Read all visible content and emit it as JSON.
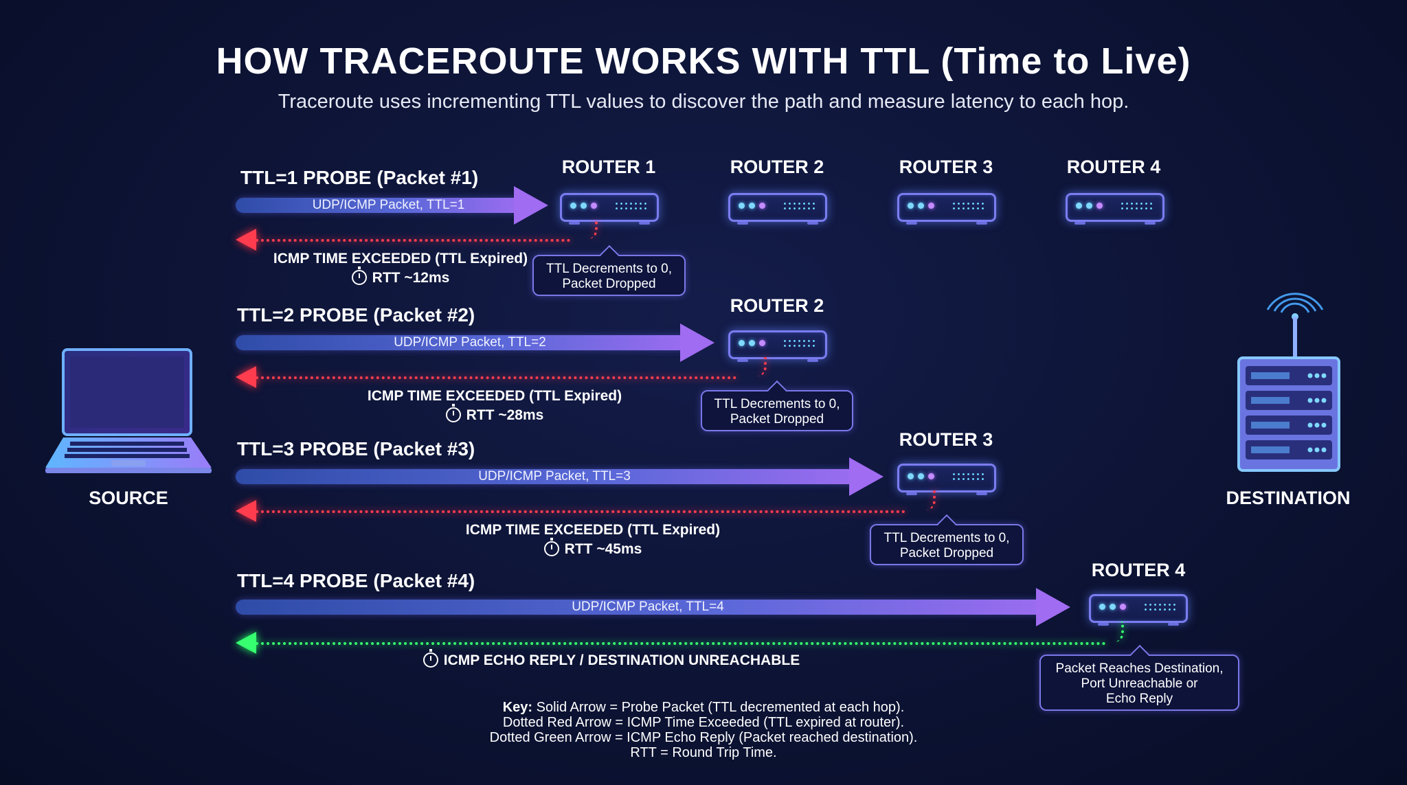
{
  "title": "HOW TRACEROUTE WORKS WITH TTL (Time to Live)",
  "subtitle": "Traceroute uses incrementing TTL values to discover the path and measure latency to each hop.",
  "source": {
    "label": "SOURCE",
    "icon": "laptop-icon"
  },
  "destination": {
    "label": "DESTINATION",
    "icon": "server-tower-icon"
  },
  "top_routers": [
    "ROUTER 1",
    "ROUTER 2",
    "ROUTER 3",
    "ROUTER 4"
  ],
  "probes": [
    {
      "title": "TTL=1 PROBE (Packet #1)",
      "packet": "UDP/ICMP Packet, TTL=1",
      "router": "ROUTER 1",
      "reply": "ICMP TIME EXCEEDED (TTL Expired)",
      "rtt": "RTT ~12ms",
      "reply_color": "#ff3d4f",
      "callout": [
        "TTL Decrements to 0,",
        "Packet Dropped"
      ]
    },
    {
      "title": "TTL=2 PROBE (Packet #2)",
      "packet": "UDP/ICMP Packet, TTL=2",
      "router": "ROUTER 2",
      "reply": "ICMP TIME EXCEEDED (TTL Expired)",
      "rtt": "RTT ~28ms",
      "reply_color": "#ff3d4f",
      "callout": [
        "TTL Decrements to 0,",
        "Packet Dropped"
      ]
    },
    {
      "title": "TTL=3 PROBE (Packet #3)",
      "packet": "UDP/ICMP Packet, TTL=3",
      "router": "ROUTER 3",
      "reply": "ICMP TIME EXCEEDED (TTL Expired)",
      "rtt": "RTT ~45ms",
      "reply_color": "#ff3d4f",
      "callout": [
        "TTL Decrements to 0,",
        "Packet Dropped"
      ]
    },
    {
      "title": "TTL=4 PROBE (Packet #4)",
      "packet": "UDP/ICMP Packet, TTL=4",
      "router": "ROUTER 4",
      "reply": "ICMP ECHO REPLY / DESTINATION UNREACHABLE",
      "reply_color": "#37ff70",
      "callout": [
        "Packet Reaches Destination,",
        "Port Unreachable or",
        "Echo Reply"
      ]
    }
  ],
  "key": {
    "label": "Key:",
    "lines": [
      "Solid Arrow = Probe Packet (TTL decremented at each hop).",
      "Dotted Red Arrow = ICMP Time Exceeded (TTL expired at router).",
      "Dotted Green Arrow = ICMP Echo Reply (Packet reached destination).",
      "RTT = Round Trip Time."
    ]
  },
  "colors": {
    "background": "#0d1436",
    "probe_arrow": "#6a6ae0",
    "time_exceeded": "#ff3d4f",
    "echo_reply": "#37ff70",
    "router_outline": "#7c7cf0"
  }
}
